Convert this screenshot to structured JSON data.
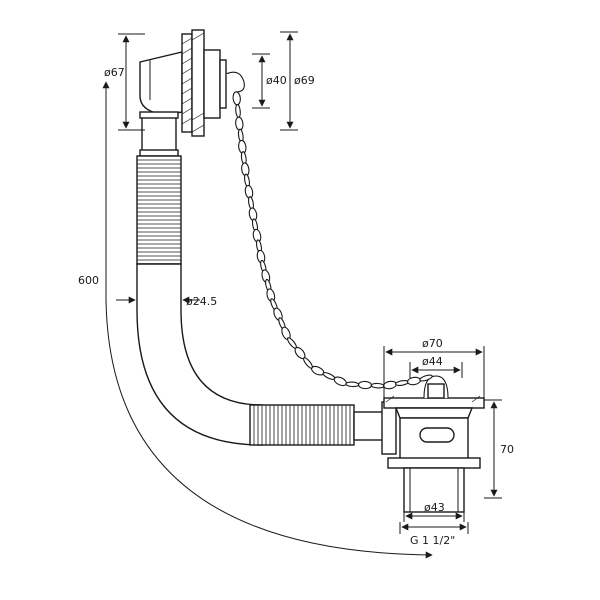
{
  "dimensions": {
    "overflow_diameter": "ø67",
    "cap_diameter": "ø40",
    "rosette_diameter": "ø69",
    "total_length": "600",
    "hose_diameter": "ø24.5",
    "waste_flange_diameter": "ø70",
    "waste_plug_diameter": "ø44",
    "waste_height": "70",
    "waste_body_diameter": "ø43",
    "thread_spec": "G 1 1/2\""
  },
  "colors": {
    "line": "#1a1a1a",
    "background": "#ffffff"
  }
}
